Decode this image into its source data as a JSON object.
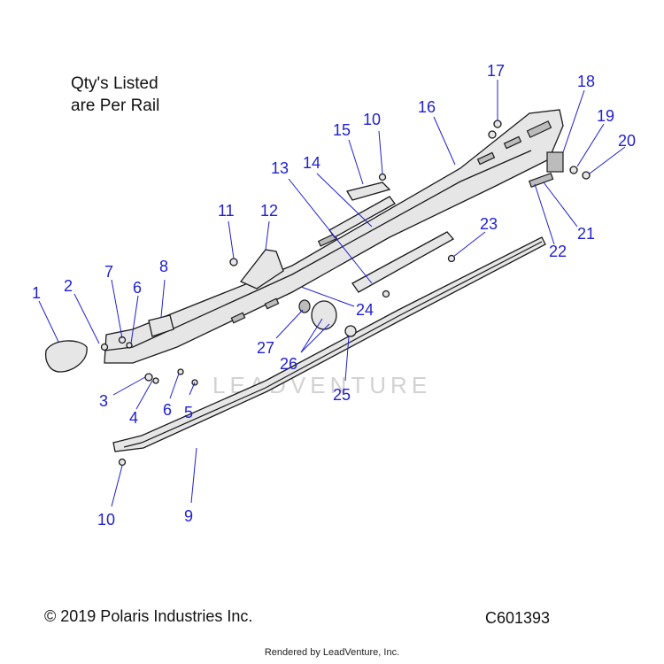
{
  "note": {
    "line1": "Qty's Listed",
    "line2": "are Per Rail"
  },
  "footer": {
    "copyright": "© 2019 Polaris Industries Inc.",
    "code": "C601393"
  },
  "render_credit": "Rendered by LeadVenture, Inc.",
  "watermark": "LEADVENTURE",
  "callouts": [
    "1",
    "2",
    "3",
    "4",
    "5",
    "6",
    "6",
    "7",
    "8",
    "9",
    "10",
    "10",
    "11",
    "12",
    "13",
    "14",
    "15",
    "16",
    "17",
    "18",
    "19",
    "20",
    "21",
    "22",
    "23",
    "24",
    "25",
    "26",
    "27"
  ],
  "colors": {
    "callout": "#1f1fcf",
    "part_fill": "#e6e6e6",
    "outline": "#1a1a1a"
  }
}
